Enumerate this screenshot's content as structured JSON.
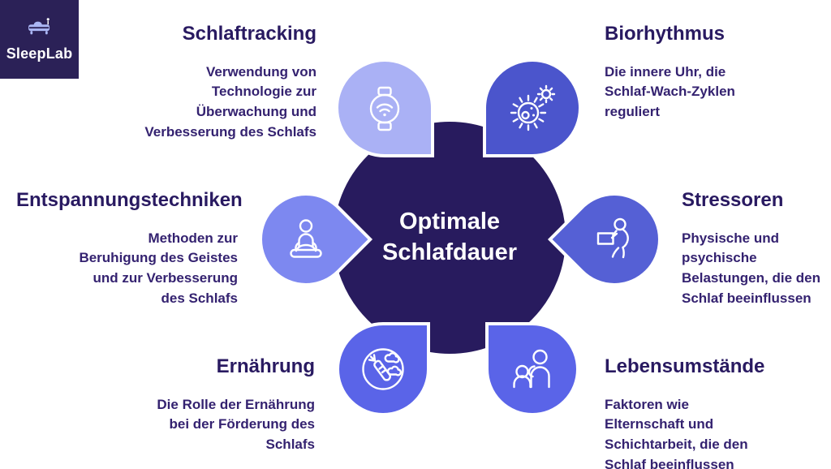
{
  "logo": {
    "brand": "SleepLab",
    "bg_color": "#2b2157"
  },
  "center": {
    "title": "Optimale Schlafdauer",
    "color": "#281b5e"
  },
  "text_colors": {
    "heading": "#291a61",
    "description": "#342270"
  },
  "nodes": [
    {
      "id": "schlaftracking",
      "title": "Schlaftracking",
      "description": "Verwendung von Technologie zur Überwachung und Verbesserung des Schlafs",
      "icon": "smartwatch-icon",
      "petal_color": "#aab1f5"
    },
    {
      "id": "biorhythmus",
      "title": "Biorhythmus",
      "description": "Die innere Uhr, die Schlaf-Wach-Zyklen reguliert",
      "icon": "circadian-sun-icon",
      "petal_color": "#4b55cc"
    },
    {
      "id": "entspannungstechniken",
      "title": "Entspannungstechniken",
      "description": "Methoden zur Beruhigung des Geistes und zur Verbesserung des Schlafs",
      "icon": "meditation-icon",
      "petal_color": "#7d88f0"
    },
    {
      "id": "stressoren",
      "title": "Stressoren",
      "description": "Physische und psychische Belastungen, die den Schlaf beeinflussen",
      "icon": "person-carrying-box-icon",
      "petal_color": "#5560d5"
    },
    {
      "id": "ernaehrung",
      "title": "Ernährung",
      "description": "Die Rolle der Ernährung bei der Förderung des Schlafs",
      "icon": "vegetables-icon",
      "petal_color": "#5a64e8"
    },
    {
      "id": "lebensumstaende",
      "title": "Lebensumstände",
      "description": "Faktoren wie Elternschaft und Schichtarbeit, die den Schlaf beeinflussen",
      "icon": "family-icon",
      "petal_color": "#5a64e8"
    }
  ]
}
